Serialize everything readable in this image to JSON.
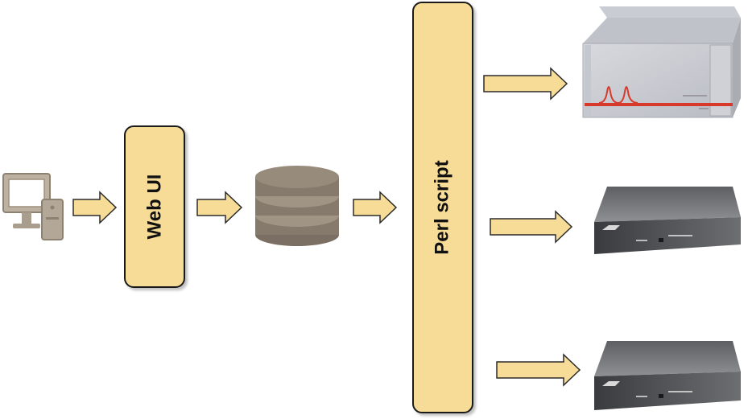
{
  "nodes": {
    "web_ui": {
      "label": "Web UI"
    },
    "perl_script": {
      "label": "Perl script"
    }
  },
  "colors": {
    "box_fill": "#f7dc98",
    "arrow_fill": "#f7dc98",
    "db_fill": "#8b8071",
    "monitor_fill": "#bdb1a1"
  },
  "icons": {
    "client": "desktop-computer-icon",
    "store": "database-icon",
    "device_1": "rack-chassis-device",
    "device_2": "router-device",
    "device_3": "router-device"
  }
}
